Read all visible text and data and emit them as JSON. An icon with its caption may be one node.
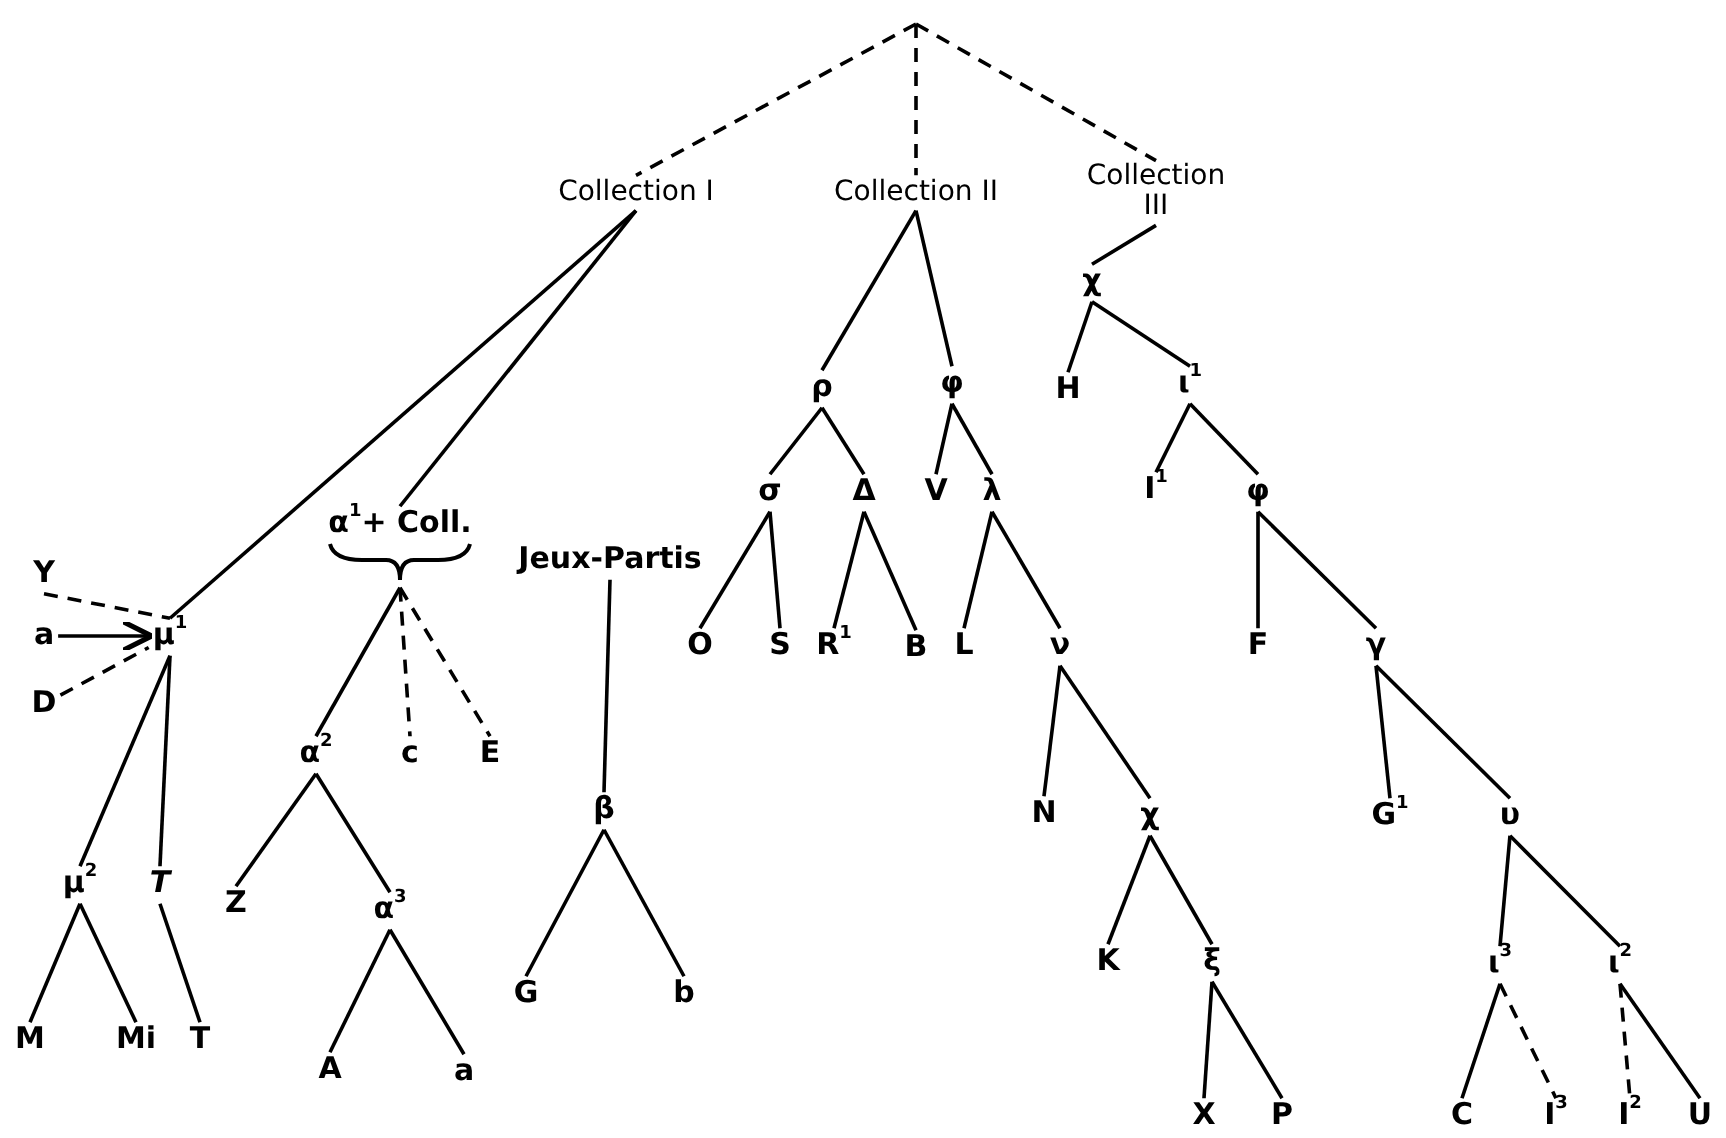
{
  "diagram": {
    "nodes": [
      {
        "text": [
          "Collection I"
        ]
      },
      {
        "text": [
          "Collection II"
        ]
      },
      {
        "text": [
          "Collection III"
        ]
      },
      {
        "text": [
          "Y"
        ]
      },
      {
        "text": [
          "a"
        ]
      },
      {
        "text": [
          "D"
        ]
      },
      {
        "text": [
          "μ$^{1}$"
        ]
      },
      {
        "text": [
          "α$^{1}$+ Coll."
        ]
      },
      {
        "text": [
          "Jeux-Partis"
        ]
      },
      {
        "text": [
          "μ$^{2}$"
        ]
      },
      {
        "text": [
          "*T*"
        ]
      },
      {
        "text": [
          "M"
        ]
      },
      {
        "text": [
          "Mi"
        ]
      },
      {
        "text": [
          "T"
        ]
      },
      {
        "text": [
          "α$^{2}$"
        ]
      },
      {
        "text": [
          "c"
        ]
      },
      {
        "text": [
          "E"
        ]
      },
      {
        "text": [
          "Z"
        ]
      },
      {
        "text": [
          "α$^{3}$"
        ]
      },
      {
        "text": [
          "A"
        ]
      },
      {
        "text": [
          "a"
        ]
      },
      {
        "text": [
          "β"
        ]
      },
      {
        "text": [
          "G"
        ]
      },
      {
        "text": [
          "b"
        ]
      },
      {
        "text": [
          "ρ"
        ]
      },
      {
        "text": [
          "φ"
        ]
      },
      {
        "text": [
          "σ"
        ]
      },
      {
        "text": [
          "Δ"
        ]
      },
      {
        "text": [
          "V"
        ]
      },
      {
        "text": [
          "λ"
        ]
      },
      {
        "text": [
          "O"
        ]
      },
      {
        "text": [
          "S"
        ]
      },
      {
        "text": [
          "R$^{1}$"
        ]
      },
      {
        "text": [
          "B"
        ]
      },
      {
        "text": [
          "L"
        ]
      },
      {
        "text": [
          "ν"
        ]
      },
      {
        "text": [
          "N"
        ]
      },
      {
        "text": [
          "χ"
        ]
      },
      {
        "text": [
          "K"
        ]
      },
      {
        "text": [
          "ξ"
        ]
      },
      {
        "text": [
          "X"
        ]
      },
      {
        "text": [
          "P"
        ]
      },
      {
        "text": [
          "χ"
        ]
      },
      {
        "text": [
          "H"
        ]
      },
      {
        "text": [
          "ι$^{1}$"
        ]
      },
      {
        "text": [
          "I$^{1}$"
        ]
      },
      {
        "text": [
          "φ"
        ]
      },
      {
        "text": [
          "F"
        ]
      },
      {
        "text": [
          "γ"
        ]
      },
      {
        "text": [
          "G$^{1}$"
        ]
      },
      {
        "text": [
          "υ"
        ]
      },
      {
        "text": [
          "ι$^{3}$"
        ]
      },
      {
        "text": [
          "ι$^{2}$"
        ]
      },
      {
        "text": [
          "C"
        ]
      },
      {
        "text": [
          "I$^{3}$"
        ]
      },
      {
        "text": [
          "I$^{2}$"
        ]
      },
      {
        "text": [
          "U"
        ]
      }
    ],
    "edges": [
      {
        "from": null,
        "to": 0,
        "arrow": "none",
        "style": "dashed"
      },
      {
        "from": null,
        "to": 1,
        "arrow": "none",
        "style": "dashed"
      },
      {
        "from": null,
        "to": 2,
        "arrow": "none",
        "style": "dashed"
      },
      {
        "from": 0,
        "to": 6,
        "arrow": "none"
      },
      {
        "from": 0,
        "to": 7,
        "arrow": "none"
      },
      {
        "from": 3,
        "to": 6,
        "arrow": "none",
        "style": "dashed"
      },
      {
        "from": 4,
        "to": 6,
        "arrow": "to"
      },
      {
        "from": 5,
        "to": 6,
        "arrow": "none",
        "style": "dashed"
      },
      {
        "from": 6,
        "to": 9,
        "arrow": "none"
      },
      {
        "from": 6,
        "to": 10,
        "arrow": "none"
      },
      {
        "from": 9,
        "to": 11,
        "arrow": "none"
      },
      {
        "from": 9,
        "to": 12,
        "arrow": "none"
      },
      {
        "from": 10,
        "to": 13,
        "arrow": "none"
      },
      {
        "from": 7,
        "to": 14,
        "arrow": "none"
      },
      {
        "from": 7,
        "to": 15,
        "arrow": "none",
        "style": "dashed"
      },
      {
        "from": 7,
        "to": 16,
        "arrow": "none",
        "style": "dashed"
      },
      {
        "from": 14,
        "to": 17,
        "arrow": "none"
      },
      {
        "from": 14,
        "to": 18,
        "arrow": "none"
      },
      {
        "from": 18,
        "to": 19,
        "arrow": "none"
      },
      {
        "from": 18,
        "to": 20,
        "arrow": "none"
      },
      {
        "from": 8,
        "to": 21,
        "arrow": "none"
      },
      {
        "from": 21,
        "to": 22,
        "arrow": "none"
      },
      {
        "from": 21,
        "to": 23,
        "arrow": "none"
      },
      {
        "from": 1,
        "to": 24,
        "arrow": "none"
      },
      {
        "from": 1,
        "to": 25,
        "arrow": "none"
      },
      {
        "from": 24,
        "to": 26,
        "arrow": "none"
      },
      {
        "from": 24,
        "to": 27,
        "arrow": "none"
      },
      {
        "from": 26,
        "to": 30,
        "arrow": "none"
      },
      {
        "from": 26,
        "to": 31,
        "arrow": "none"
      },
      {
        "from": 27,
        "to": 32,
        "arrow": "none"
      },
      {
        "from": 27,
        "to": 33,
        "arrow": "none"
      },
      {
        "from": 25,
        "to": 28,
        "arrow": "none"
      },
      {
        "from": 25,
        "to": 29,
        "arrow": "none"
      },
      {
        "from": 29,
        "to": 34,
        "arrow": "none"
      },
      {
        "from": 29,
        "to": 35,
        "arrow": "none"
      },
      {
        "from": 35,
        "to": 36,
        "arrow": "none"
      },
      {
        "from": 35,
        "to": 37,
        "arrow": "none"
      },
      {
        "from": 37,
        "to": 38,
        "arrow": "none"
      },
      {
        "from": 37,
        "to": 39,
        "arrow": "none"
      },
      {
        "from": 39,
        "to": 40,
        "arrow": "none"
      },
      {
        "from": 39,
        "to": 41,
        "arrow": "none"
      },
      {
        "from": 2,
        "to": 42,
        "arrow": "none"
      },
      {
        "from": 42,
        "to": 43,
        "arrow": "none"
      },
      {
        "from": 42,
        "to": 44,
        "arrow": "none"
      },
      {
        "from": 44,
        "to": 45,
        "arrow": "none"
      },
      {
        "from": 44,
        "to": 46,
        "arrow": "none"
      },
      {
        "from": 46,
        "to": 47,
        "arrow": "none"
      },
      {
        "from": 46,
        "to": 48,
        "arrow": "none"
      },
      {
        "from": 48,
        "to": 49,
        "arrow": "none"
      },
      {
        "from": 48,
        "to": 50,
        "arrow": "none"
      },
      {
        "from": 50,
        "to": 51,
        "arrow": "none"
      },
      {
        "from": 50,
        "to": 52,
        "arrow": "none"
      },
      {
        "from": 51,
        "to": 53,
        "arrow": "none"
      },
      {
        "from": 51,
        "to": 54,
        "arrow": "none",
        "style": "dashed"
      },
      {
        "from": 52,
        "to": 55,
        "arrow": "none",
        "style": "dashed"
      },
      {
        "from": 52,
        "to": 56,
        "arrow": "none"
      }
    ]
  }
}
